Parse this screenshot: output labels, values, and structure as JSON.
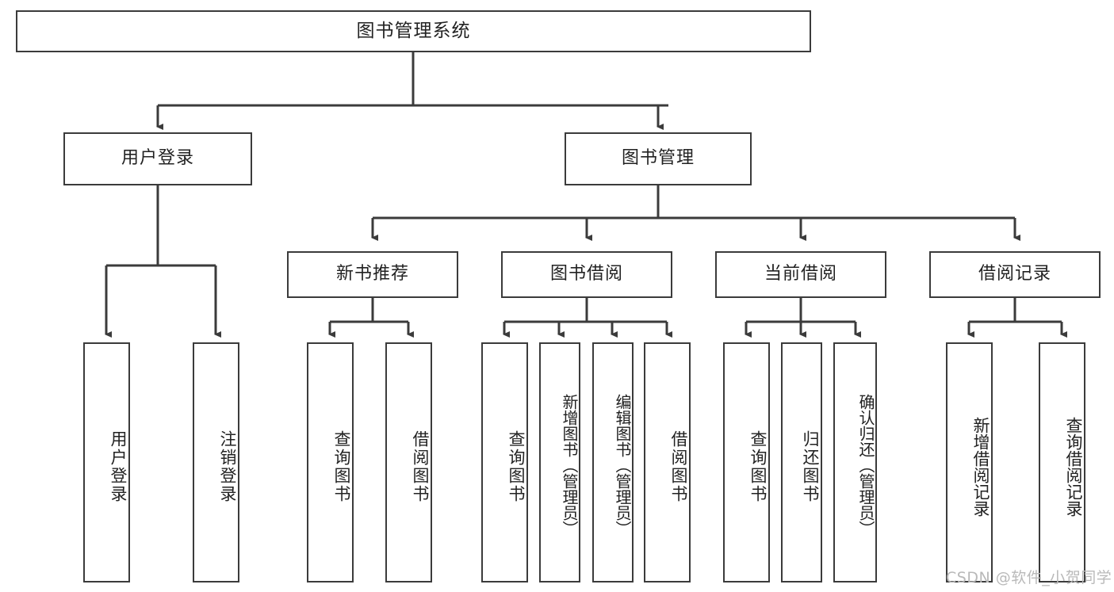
{
  "diagram": {
    "title": "图书管理系统",
    "type": "hierarchy-tree",
    "levels": 4,
    "root": {
      "label": "图书管理系统",
      "children": [
        {
          "label": "用户登录",
          "children": [
            {
              "label": "用户登录"
            },
            {
              "label": "注销登录"
            }
          ]
        },
        {
          "label": "图书管理",
          "children": [
            {
              "label": "新书推荐",
              "children": [
                {
                  "label": "查询图书"
                },
                {
                  "label": "借阅图书"
                }
              ]
            },
            {
              "label": "图书借阅",
              "children": [
                {
                  "label": "查询图书"
                },
                {
                  "label": "新增图书（管理员）"
                },
                {
                  "label": "编辑图书（管理员）"
                },
                {
                  "label": "借阅图书"
                }
              ]
            },
            {
              "label": "当前借阅",
              "children": [
                {
                  "label": "查询图书"
                },
                {
                  "label": "归还图书"
                },
                {
                  "label": "确认归还（管理员）"
                }
              ]
            },
            {
              "label": "借阅记录",
              "children": [
                {
                  "label": "新增借阅记录"
                },
                {
                  "label": "查询借阅记录"
                }
              ]
            }
          ]
        }
      ]
    }
  },
  "nodes": {
    "root": "图书管理系统",
    "user_login": "用户登录",
    "book_manage": "图书管理",
    "new_book_rec": "新书推荐",
    "book_borrow": "图书借阅",
    "current_borrow": "当前借阅",
    "borrow_record": "借阅记录",
    "leaf_user_login": "用户登录",
    "leaf_user_logout": "注销登录",
    "leaf_rec_query": "查询图书",
    "leaf_rec_borrow": "借阅图书",
    "leaf_borrow_query": "查询图书",
    "leaf_borrow_add": "新增图书（管理员）",
    "leaf_borrow_edit": "编辑图书（管理员）",
    "leaf_borrow_borrow": "借阅图书",
    "leaf_cur_query": "查询图书",
    "leaf_cur_return": "归还图书",
    "leaf_cur_confirm": "确认归还（管理员）",
    "leaf_rec_add": "新增借阅记录",
    "leaf_rec_query2": "查询借阅记录"
  },
  "watermark": {
    "text": "CSDN @软件_小贺同学"
  },
  "colors": {
    "border": "#3b3b3b",
    "text": "#222222",
    "background": "#ffffff",
    "watermark": "#b9b9b9"
  }
}
